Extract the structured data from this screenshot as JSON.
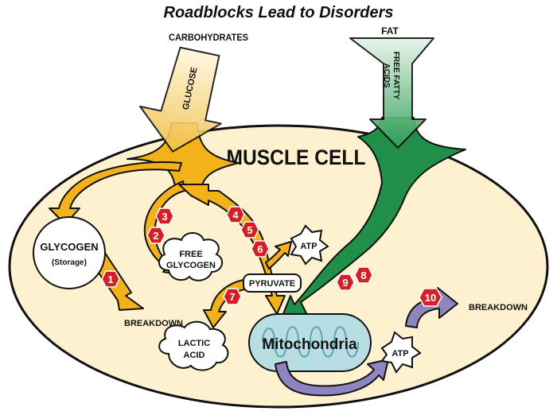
{
  "title": "Roadblocks Lead to Disorders",
  "inputs": {
    "carbohydrates": "CARBOHYDRATES",
    "glucose": "GLUCOSE",
    "fat": "FAT",
    "free_fatty_acids_line1": "FREE FATTY",
    "free_fatty_acids_line2": "ACIDS"
  },
  "cell_label": "MUSCLE CELL",
  "nodes": {
    "glycogen": "GLYCOGEN",
    "glycogen_sub": "(Storage)",
    "free_glycogen_line1": "FREE",
    "free_glycogen_line2": "GLYCOGEN",
    "pyruvate": "PYRUVATE",
    "atp_top": "ATP",
    "atp_bottom": "ATP",
    "lactic_line1": "LACTIC",
    "lactic_line2": "ACID",
    "mitochondria": "Mitochondria",
    "breakdown_left": "BREAKDOWN",
    "breakdown_right": "BREAKDOWN"
  },
  "roadblocks": [
    "1",
    "2",
    "3",
    "4",
    "5",
    "6",
    "7",
    "8",
    "9",
    "10"
  ],
  "colors": {
    "cell_fill": "#fdf1cf",
    "carb_path": "#f3b21a",
    "fat_path": "#1f8f4a",
    "mito_fill": "#b8dde3",
    "energy_path": "#8e84c0",
    "roadblock": "#d32027"
  }
}
